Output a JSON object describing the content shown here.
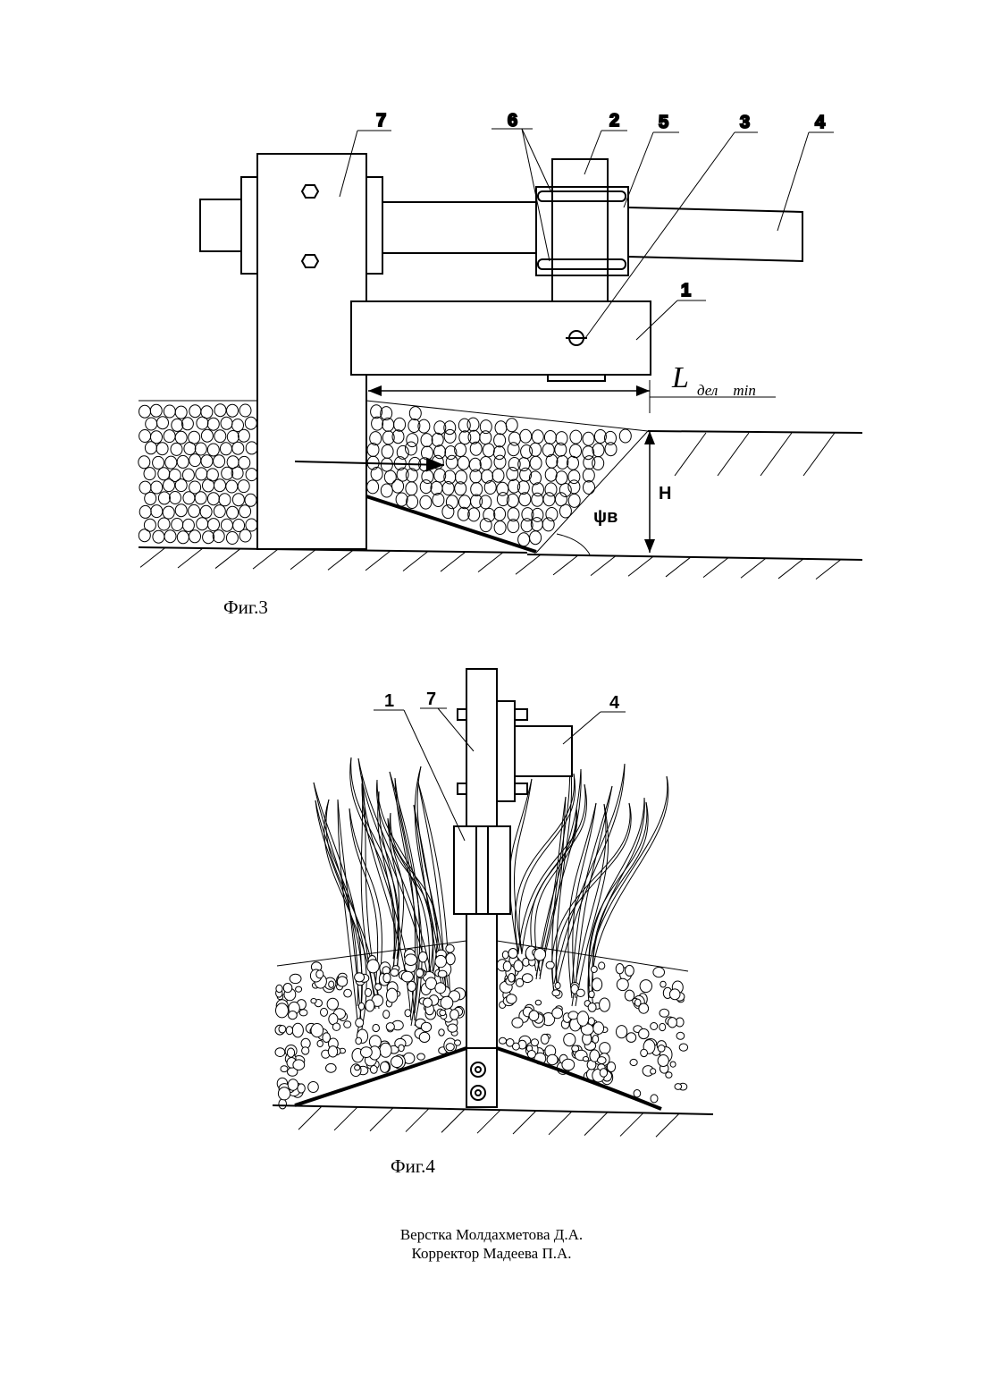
{
  "fig3": {
    "caption": "Фиг.3",
    "labels": [
      "7",
      "6",
      "2",
      "5",
      "3",
      "4",
      "1"
    ],
    "dimension": {
      "L": "L",
      "subscript": "дел    min"
    },
    "height_label": "H",
    "angle_label": "ψв"
  },
  "fig4": {
    "caption": "Фиг.4",
    "labels": [
      "1",
      "7",
      "4"
    ]
  },
  "credits": {
    "layout": "Верстка Молдахметова Д.А.",
    "corrector": "Корректор Мадеева П.А."
  }
}
